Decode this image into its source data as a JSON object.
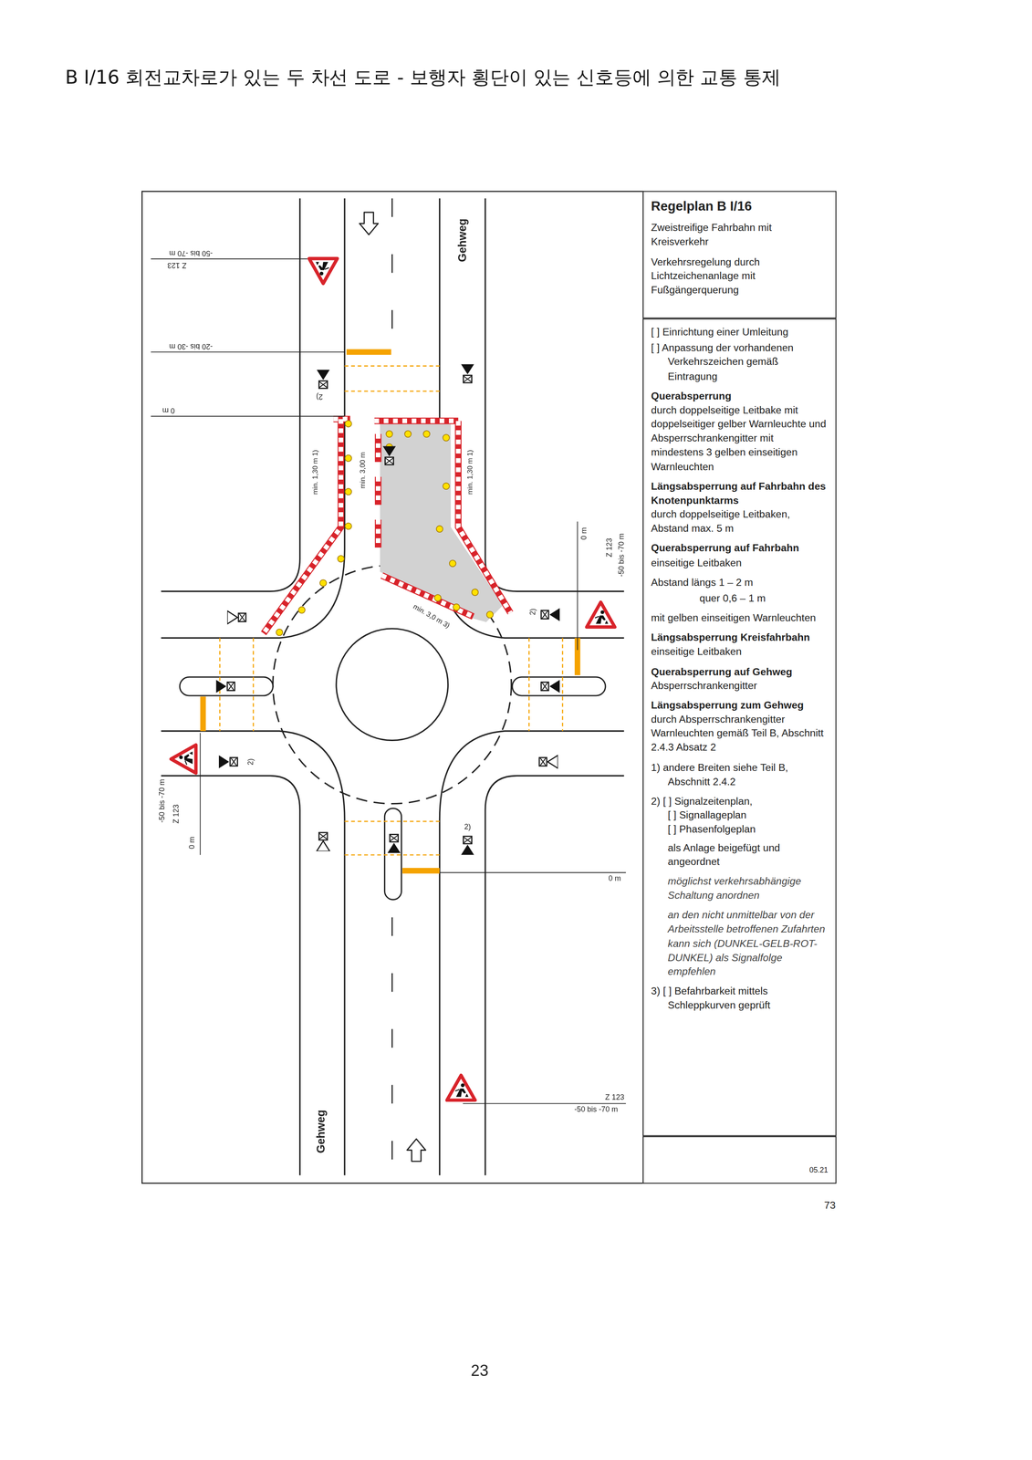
{
  "diagram": {
    "title": "B I/16 회전교차로가 있는 두 차선 도로 - 보행자 횡단이 있는 신호등에 의한 교통 통제",
    "nodes": [
      {
        "text": [
          "Regelplan B I/16",
          "Zweistreifige Fahrbahn mit Kreisverkehr",
          "Verkehrsregelung durch Lichtzeichenanlage mit Fußgängerquerung"
        ]
      },
      {
        "text": [
          "[ ] Einrichtung einer Umleitung",
          "[ ] Anpassung der vorhandenen Verkehrszeichen gemäß Eintragung",
          "Querabsperrung",
          "durch doppelseitige Leitbake mit doppelseitiger gelber Warnleuchte und Absperrschrankengitter mit mindestens 3 gelben einseitigen Warnleuchten",
          "Längsabsperrung auf Fahrbahn des Knotenpunktarms",
          "durch doppelseitige Leitbaken, Abstand max. 5 m",
          "Querabsperrung auf Fahrbahn",
          "einseitige Leitbaken",
          "Abstand längs 1 – 2 m",
          "quer 0,6 – 1 m",
          "mit gelben einseitigen Warnleuchten",
          "Längsabsperrung Kreisfahrbahn",
          "einseitige Leitbaken",
          "Querabsperrung auf Gehweg",
          "Absperrschrankengitter",
          "Längsabsperrung zum Gehweg",
          "durch Absperrschrankengitter Warnleuchten gemäß Teil B, Abschnitt 2.4.3 Absatz 2",
          "1) andere Breiten siehe Teil B, Abschnitt 2.4.2",
          "2) [ ] Signalzeitenplan,",
          "[ ] Signallageplan",
          "[ ] Phasenfolgeplan",
          "als Anlage beigefügt und angeordnet",
          "möglichst verkehrsabhängige Schaltung anordnen",
          "an den nicht unmittelbar von der Arbeitsstelle betroffenen Zufahrten kann sich (DUNKEL-GELB-ROT-DUNKEL) als Signalfolge empfehlen",
          "3) [ ] Befahrbarkeit mittels Schleppkurven geprüft"
        ]
      },
      {
        "text": [
          "05.21"
        ]
      }
    ],
    "labels": [
      "Gehweg",
      "Gehweg",
      "Z 123",
      "-50 bis -70 m",
      "-20 bis -30 m",
      "0 m",
      "min. 1,30 m 1)",
      "min. 3,00 m",
      "min. 1,30 m 1)",
      "2)",
      "0 m",
      "Z 123",
      "-50 bis -70 m",
      "min. 3,0 m 3)",
      "2)",
      "2)",
      "-50 bis -70 m",
      "Z 123",
      "0 m",
      "2)",
      "0 m",
      "Z 123",
      "-50 bis -70 m",
      "73",
      "23"
    ]
  }
}
